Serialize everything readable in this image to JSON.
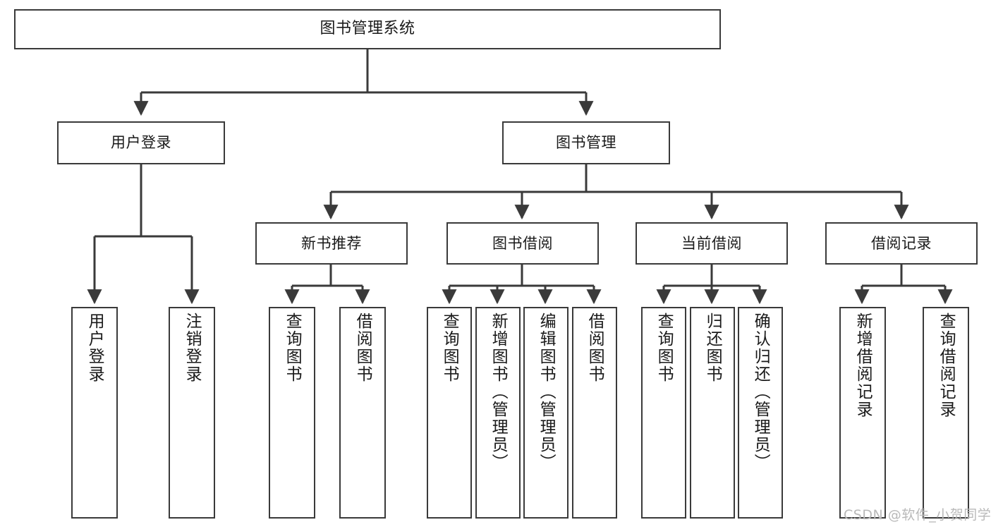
{
  "diagram": {
    "title": "图书管理系统",
    "type": "tree-hierarchy",
    "background_color": "#ffffff",
    "box_border_color": "#3a3a3a",
    "connector_color": "#3a3a3a",
    "text_color": "#1a1a1a"
  },
  "nodes": {
    "root": {
      "label": "图书管理系统"
    },
    "level2": [
      {
        "label": "用户登录"
      },
      {
        "label": "图书管理"
      }
    ],
    "level3": [
      {
        "label": "新书推荐"
      },
      {
        "label": "图书借阅"
      },
      {
        "label": "当前借阅"
      },
      {
        "label": "借阅记录"
      }
    ],
    "leaves": {
      "user_login": [
        {
          "label": "用户登录"
        },
        {
          "label": "注销登录"
        }
      ],
      "new_book_recommend": [
        {
          "label": "查询图书"
        },
        {
          "label": "借阅图书"
        }
      ],
      "book_borrow": [
        {
          "label": "查询图书"
        },
        {
          "label": "新增图书（管理员）"
        },
        {
          "label": "编辑图书（管理员）"
        },
        {
          "label": "借阅图书"
        }
      ],
      "current_borrow": [
        {
          "label": "查询图书"
        },
        {
          "label": "归还图书"
        },
        {
          "label": "确认归还（管理员）"
        }
      ],
      "borrow_records": [
        {
          "label": "新增借阅记录"
        },
        {
          "label": "查询借阅记录"
        }
      ]
    }
  },
  "watermark": {
    "text": "CSDN @软件_小贺同学"
  }
}
